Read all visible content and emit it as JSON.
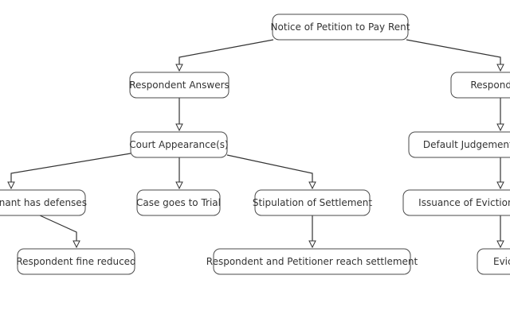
{
  "diagram": {
    "nodes": [
      {
        "id": "notice",
        "label": "Notice of Petition to Pay Rent"
      },
      {
        "id": "answers",
        "label": "Respondent Answers"
      },
      {
        "id": "no_answer",
        "label": "Respondent"
      },
      {
        "id": "court",
        "label": "Court Appearance(s)"
      },
      {
        "id": "default",
        "label": "Default Judgement Aw"
      },
      {
        "id": "defenses",
        "label": "Tenant has defenses"
      },
      {
        "id": "trial",
        "label": "Case goes to Trial"
      },
      {
        "id": "stipulation",
        "label": "Stipulation of Settlement"
      },
      {
        "id": "warrant",
        "label": "Issuance of Eviction Wa"
      },
      {
        "id": "fine",
        "label": "Respondent fine reduced"
      },
      {
        "id": "settlement",
        "label": "Respondent and Petitioner reach settlement"
      },
      {
        "id": "eviction",
        "label": "Evictio"
      }
    ],
    "edges": [
      {
        "from": "notice",
        "to": "answers"
      },
      {
        "from": "notice",
        "to": "no_answer"
      },
      {
        "from": "answers",
        "to": "court"
      },
      {
        "from": "no_answer",
        "to": "default"
      },
      {
        "from": "court",
        "to": "defenses"
      },
      {
        "from": "court",
        "to": "trial"
      },
      {
        "from": "court",
        "to": "stipulation"
      },
      {
        "from": "default",
        "to": "warrant"
      },
      {
        "from": "defenses",
        "to": "fine"
      },
      {
        "from": "stipulation",
        "to": "settlement"
      },
      {
        "from": "warrant",
        "to": "eviction"
      }
    ]
  }
}
